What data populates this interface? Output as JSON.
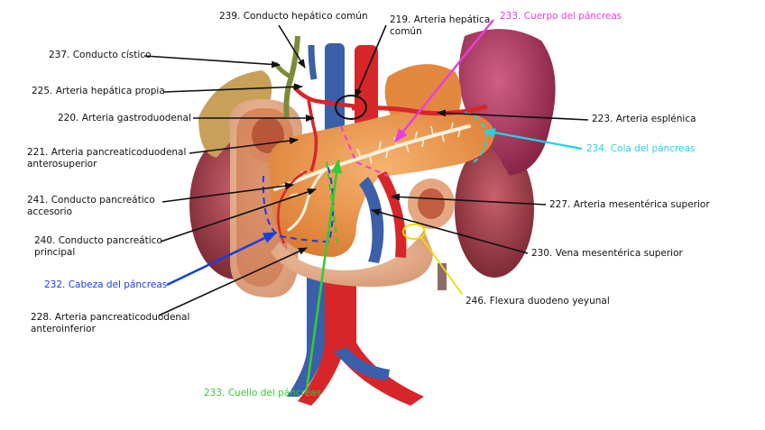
{
  "labels": {
    "l239": "239. Conducto hepático común",
    "l219": "219. Arteria hepática común",
    "l233b": "233. Cuerpo del páncreas",
    "l237": "237. Conducto cístico",
    "l225": "225. Arteria hepática propia",
    "l220": "220. Arteria gastroduodenal",
    "l223": "223. Arteria esplénica",
    "l221": "221. Arteria pancreaticoduodenal anterosuperior",
    "l234": "234. Cola del páncreas",
    "l241": "241. Conducto pancreático accesorio",
    "l227": "227. Arteria mesentérica superior",
    "l240": "240. Conducto pancreático principal",
    "l230": "230. Vena mesentérica superior",
    "l232": "232. Cabeza del páncreas",
    "l246": "246. Flexura duodeno yeyunal",
    "l228": "228. Arteria pancreaticoduodenal anteroinferior",
    "l233c": "233. Cuello del páncreas"
  },
  "colors": {
    "text": "#111111",
    "cuerpo": "#e83de0",
    "cola": "#22d3e6",
    "cabeza": "#1a3fd8",
    "cuello": "#33cc33",
    "flexura": "#e8e000",
    "artery": "#d7262a",
    "vein": "#3b5fa8",
    "pancreas": "#f0a05a",
    "kidney": "#9e3b45",
    "spleen": "#b13a5e"
  }
}
